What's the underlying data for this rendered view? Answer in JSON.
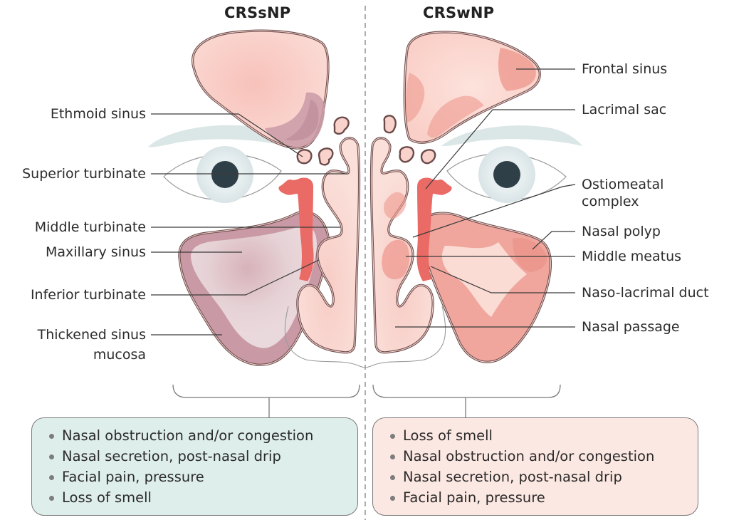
{
  "titles": {
    "left": "CRSsNP",
    "right": "CRSwNP"
  },
  "labels_left": {
    "ethmoid_sinus": "Ethmoid sinus",
    "superior_turbinate": "Superior turbinate",
    "middle_turbinate": "Middle turbinate",
    "maxillary_sinus": "Maxillary sinus",
    "inferior_turbinate": "Inferior turbinate",
    "thickened_mucosa_line1": "Thickened sinus",
    "thickened_mucosa_line2": "mucosa"
  },
  "labels_right": {
    "frontal_sinus": "Frontal sinus",
    "lacrimal_sac": "Lacrimal sac",
    "ostiomeatal_line1": "Ostiomeatal",
    "ostiomeatal_line2": "complex",
    "nasal_polyp": "Nasal polyp",
    "middle_meatus": "Middle meatus",
    "nasolacrimal_duct": "Naso-lacrimal duct",
    "nasal_passage": "Nasal passage"
  },
  "symptoms_left": [
    "Nasal obstruction and/or congestion",
    "Nasal secretion, post-nasal drip",
    "Facial pain, pressure",
    "Loss of smell"
  ],
  "symptoms_right": [
    "Loss of smell",
    "Nasal obstruction and/or congestion",
    "Nasal secretion, post-nasal drip",
    "Facial pain, pressure"
  ],
  "colors": {
    "crssnp_box": "#deeeea",
    "crswnp_box": "#fce8e2",
    "sinus_pink": "#f7c9c1",
    "polyp_pink": "#ef9a90",
    "mucosa_mauve": "#c99aa6",
    "duct_red": "#ea6a66",
    "outline": "#6b4a4a",
    "brow_gray": "#dbe6e6",
    "pupil": "#2f3f48"
  }
}
